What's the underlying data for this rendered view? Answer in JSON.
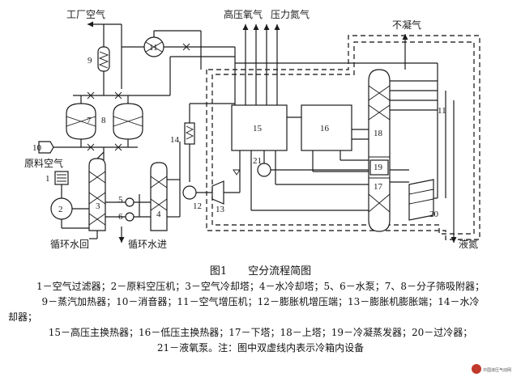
{
  "diagram": {
    "labels": {
      "factory_air": "工厂空气",
      "high_pressure_oxygen": "高压氧气",
      "pressure_nitrogen": "压力氮气",
      "non_condensable_gas": "不凝气",
      "raw_air": "原料空气",
      "cooling_water_return": "循环水回",
      "cooling_water_in": "循环水进",
      "liquid_nitrogen": "液氮"
    },
    "numbers": {
      "n1": "1",
      "n2": "2",
      "n3": "3",
      "n4": "4",
      "n5": "5",
      "n6": "6",
      "n7": "7",
      "n8": "8",
      "n9": "9",
      "n10": "10",
      "n11": "11",
      "n12": "12",
      "n13": "13",
      "n14": "14",
      "n15": "15",
      "n16": "16",
      "n17": "17",
      "n18": "18",
      "n19": "19",
      "n20": "20",
      "n21": "21"
    }
  },
  "caption": {
    "title": "图1　　空分流程简图",
    "lines": [
      "1－空气过滤器；2－原料空压机；3－空气冷却塔；4－水冷却塔；5、6－水泵；7、8－分子筛吸附器；",
      "9－蒸汽加热器；10－消音器；11－空气增压机；12－膨胀机增压端；13－膨胀机膨胀端；14－水冷",
      "却器；",
      "15－高压主换热器；16－低压主换热器；17－下塔；18－上塔；19－冷凝蒸发器；20－过冷器；",
      "21－液氧泵。注：图中双虚线内表示冷箱内设备"
    ]
  },
  "watermark": {
    "text": "中国液压气动网"
  }
}
